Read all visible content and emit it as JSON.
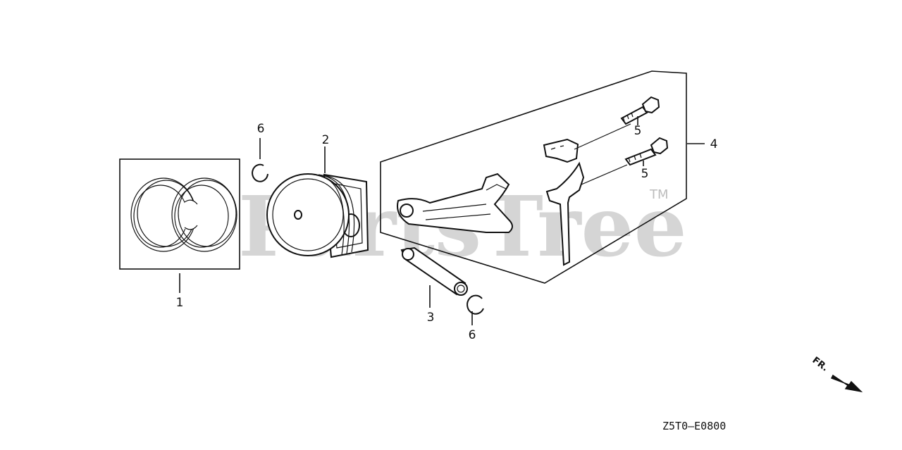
{
  "watermark": {
    "text": "PartsTree",
    "trademark": "TM"
  },
  "callouts": {
    "c1": "1",
    "c2": "2",
    "c3": "3",
    "c4": "4",
    "c5a": "5",
    "c5b": "5",
    "c6a": "6",
    "c6b": "6"
  },
  "direction": {
    "label": "FR."
  },
  "diagram_code": "Z5T0—E0800"
}
